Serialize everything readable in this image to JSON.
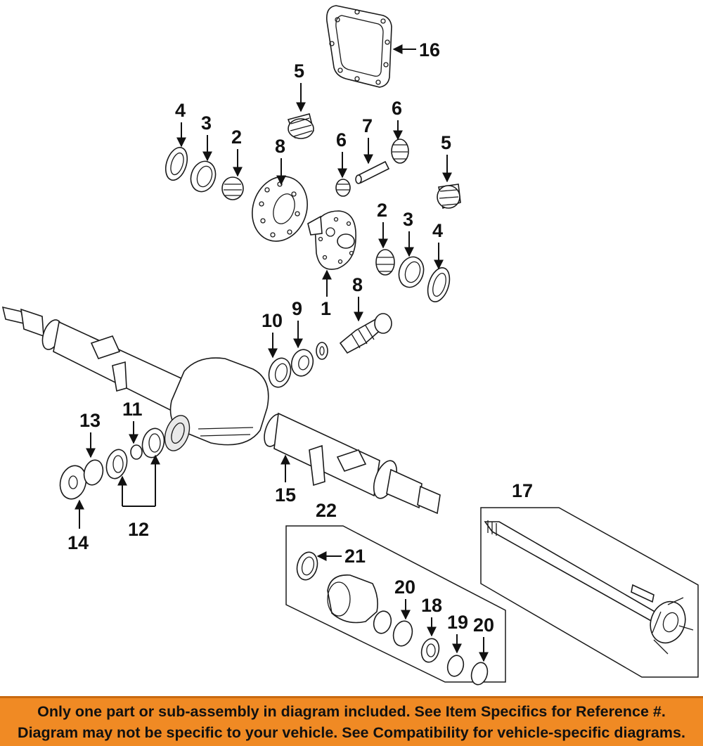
{
  "diagram": {
    "callouts": [
      "1",
      "2",
      "3",
      "4",
      "5",
      "6",
      "7",
      "8",
      "9",
      "10",
      "11",
      "12",
      "13",
      "14",
      "15",
      "16",
      "17",
      "18",
      "19",
      "20",
      "21",
      "22"
    ]
  },
  "banner": {
    "line1": "Only one part or sub-assembly in diagram included. See Item Specifics for Reference #.",
    "line2": "Diagram may not be specific to your vehicle. See Compatibility for vehicle-specific diagrams."
  },
  "colors": {
    "banner_bg": "#f08a24",
    "line_art": "#1a1a1a",
    "background": "#ffffff"
  }
}
